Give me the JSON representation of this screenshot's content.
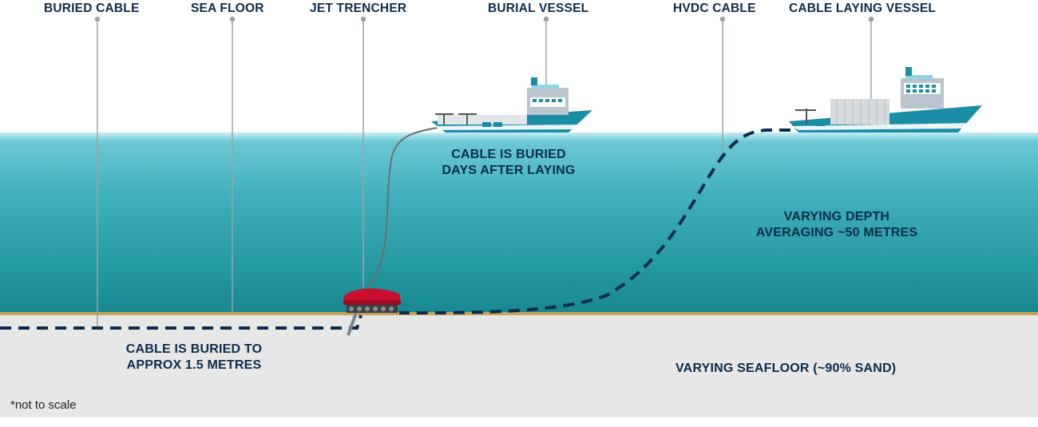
{
  "labels": {
    "buried_cable": "BURIED CABLE",
    "sea_floor": "SEA FLOOR",
    "jet_trencher": "JET TRENCHER",
    "burial_vessel": "BURIAL VESSEL",
    "hvdc_cable": "HVDC CABLE",
    "cable_laying_vessel": "CABLE LAYING VESSEL"
  },
  "annotations": {
    "buried_days_line1": "CABLE IS BURIED",
    "buried_days_line2": "DAYS AFTER LAYING",
    "depth_line1": "VARYING DEPTH",
    "depth_line2": "AVERAGING ~50 METRES",
    "buried_depth_line1": "CABLE IS BURIED TO",
    "buried_depth_line2": "APPROX 1.5 METRES",
    "seafloor": "VARYING SEAFLOOR (~90% SAND)"
  },
  "note": "*not to scale",
  "colors": {
    "water_top": "#bfe9f2",
    "water": "#2aa3b2",
    "water_deep": "#15868f",
    "seafloor": "#e6e6e6",
    "sand_line": "#c6a25a",
    "navy": "#0c2b4b",
    "hull": "#1b8da5",
    "trencher": "#c8102e"
  }
}
